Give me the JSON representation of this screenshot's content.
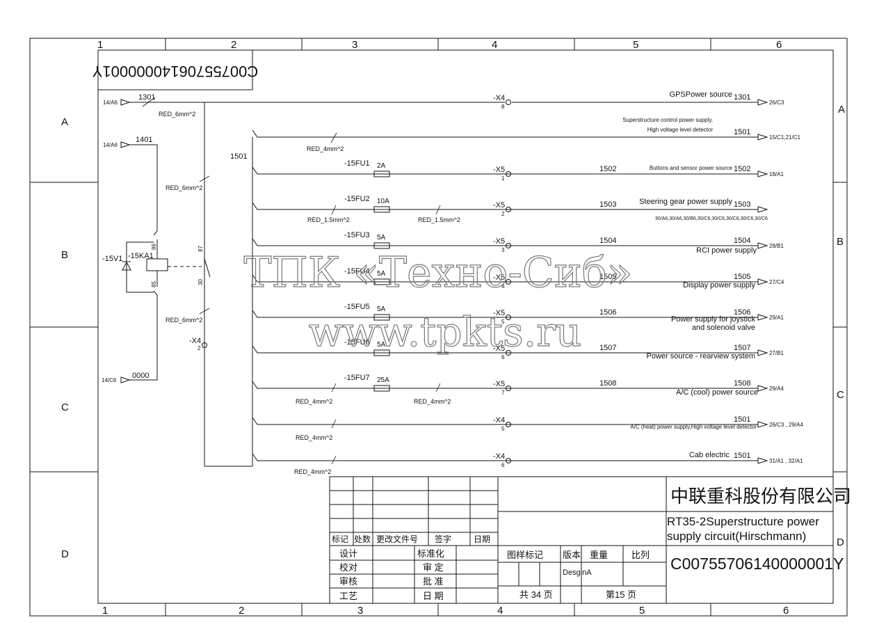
{
  "frame": {
    "col_numbers": [
      "1",
      "2",
      "3",
      "4",
      "5",
      "6"
    ],
    "row_letters": [
      "A",
      "B",
      "C",
      "D"
    ],
    "rotated_code": "C00755706140000001Y"
  },
  "sources": {
    "gps_in": {
      "ref": "14/A6",
      "wire": "1301"
    },
    "relay_in": {
      "ref": "14/A6",
      "wire": "1401"
    },
    "ground_in": {
      "ref": "14/C6",
      "wire": "0000"
    }
  },
  "components": {
    "diode": "-15V1",
    "relay": "-15KA1",
    "pin86": "86",
    "pin85": "85",
    "pin87": "87",
    "pin30": "30",
    "x4_left": "-X4",
    "x4_left_pin": "2",
    "bus_wire": "1501"
  },
  "wire_specs": {
    "w1": "RED_6mm^2",
    "w2": "RED_6mm^2",
    "w3": "RED_6mm^2",
    "w4": "RED_4mm^2",
    "w5": "RED_1.5mm^2",
    "w6": "RED_1.5mm^2",
    "w7": "RED_4mm^2",
    "w8": "RED_4mm^2",
    "w9": "RED_4mm^2",
    "w10": "RED_4mm^2"
  },
  "circuits": [
    {
      "fuse": "",
      "amp": "",
      "conn": "-X4",
      "pin": "8",
      "wire_mid": "",
      "wire_end": "1301",
      "desc": [
        "GPSPower source"
      ],
      "ref": "26/C3"
    },
    {
      "fuse": "",
      "amp": "",
      "conn": "",
      "pin": "",
      "wire_mid": "",
      "wire_end": "1501",
      "desc": [
        "Superstructure control power supply,",
        "High voltage level detector"
      ],
      "ref": "15/C1,21/C1"
    },
    {
      "fuse": "-15FU1",
      "amp": "2A",
      "conn": "-X5",
      "pin": "1",
      "wire_mid": "1502",
      "wire_end": "1502",
      "desc": [
        "Buttons and sensor power source"
      ],
      "ref": "18/A1"
    },
    {
      "fuse": "-15FU2",
      "amp": "10A",
      "conn": "-X5",
      "pin": "2",
      "wire_mid": "1503",
      "wire_end": "1503",
      "desc": [
        "Steering gear power supply"
      ],
      "ref": "30/A6,30/A6,30/B6,30/C6,30/C6,30/C6,30/C6,30/C6"
    },
    {
      "fuse": "-15FU3",
      "amp": "5A",
      "conn": "-X5",
      "pin": "3",
      "wire_mid": "1504",
      "wire_end": "1504",
      "desc": [
        "RCI power supply"
      ],
      "ref": "28/B1"
    },
    {
      "fuse": "-15FU4",
      "amp": "5A",
      "conn": "-X5",
      "pin": "4",
      "wire_mid": "1505",
      "wire_end": "1505",
      "desc": [
        "Display power supply"
      ],
      "ref": "27/C4"
    },
    {
      "fuse": "-15FU5",
      "amp": "5A",
      "conn": "-X5",
      "pin": "5",
      "wire_mid": "1506",
      "wire_end": "1506",
      "desc": [
        "Power supply for joystick",
        "and solenoid valve"
      ],
      "ref": "29/A1"
    },
    {
      "fuse": "-15FU6",
      "amp": "5A",
      "conn": "-X5",
      "pin": "6",
      "wire_mid": "1507",
      "wire_end": "1507",
      "desc": [
        "Power source - rearview system"
      ],
      "ref": "27/B1"
    },
    {
      "fuse": "-15FU7",
      "amp": "25A",
      "conn": "-X5",
      "pin": "7",
      "wire_mid": "1508",
      "wire_end": "1508",
      "desc": [
        "A/C (cool) power source"
      ],
      "ref": "29/A4"
    },
    {
      "fuse": "",
      "amp": "",
      "conn": "-X4",
      "pin": "5",
      "wire_mid": "",
      "wire_end": "1501",
      "desc": [
        "A/C (heat) power supply,High voltage level detector"
      ],
      "ref": "26/C3 , 29/A4"
    },
    {
      "fuse": "",
      "amp": "",
      "conn": "-X4",
      "pin": "6",
      "wire_mid": "",
      "wire_end": "1501",
      "desc": [
        "Cab electric"
      ],
      "ref": "31/A1 , 32/A1"
    }
  ],
  "watermark": {
    "line1": "ТПК «Техно-Сиб»",
    "line2": "www.tpkts.ru"
  },
  "title_block": {
    "company": "中联重科股份有限公司",
    "title_line1": "RT35-2Superstructure power",
    "title_line2": "supply circuit(Hirschmann)",
    "doc_code": "C00755706140000001Y",
    "rev_headers": [
      "标记",
      "处数",
      "更改文件号",
      "签字",
      "日期"
    ],
    "sign_rows": [
      [
        "设计",
        "标准化"
      ],
      [
        "校对",
        "审 定"
      ],
      [
        "审核",
        "批 准"
      ],
      [
        "工艺",
        "日 期"
      ]
    ],
    "info_headers": [
      "图样标记",
      "版本",
      "重量",
      "比列"
    ],
    "version": "DesginA",
    "total_pages": "共 34 页",
    "page_no": "第15 页"
  }
}
